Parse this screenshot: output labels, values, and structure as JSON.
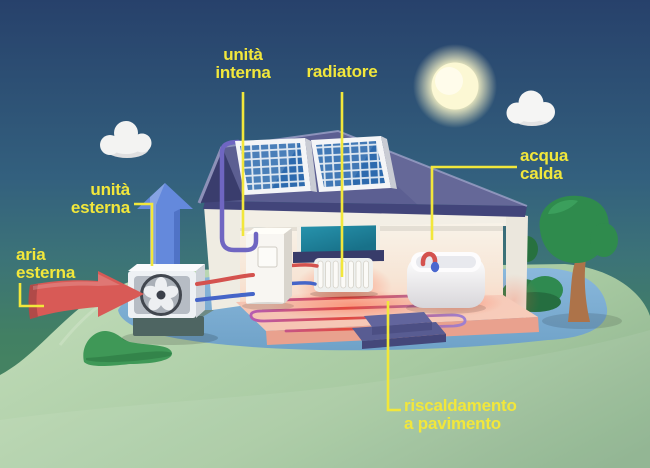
{
  "labels": {
    "aria_esterna": "aria\nesterna",
    "unita_esterna": "unità\nesterna",
    "unita_interna": "unità\ninterna",
    "radiatore": "radiatore",
    "acqua_calda": "acqua\ncalda",
    "riscaldamento_a_pavimento": "riscaldamento\na pavimento"
  },
  "colors": {
    "label_yellow": "#f2e73b",
    "connector_yellow": "#f2e73b",
    "sky_top": "#27416b",
    "sky_teal": "#3c7378",
    "grass_green": "#4b8a5f",
    "platform_green": "#b3d2ab",
    "water_blue": "#7fb0d6",
    "roof_purple": "#5c5f92",
    "solar_cell_blue": "#2d6aae",
    "pipe_red": "#d4524e",
    "pipe_blue": "#4565c8",
    "pipe_purple": "#6f66c2",
    "arrow_red": "#d85a56",
    "arrow_blue": "#6489dc",
    "floor_pink": "#f6c6b4",
    "sun_yellow": "#fcf8d4"
  }
}
